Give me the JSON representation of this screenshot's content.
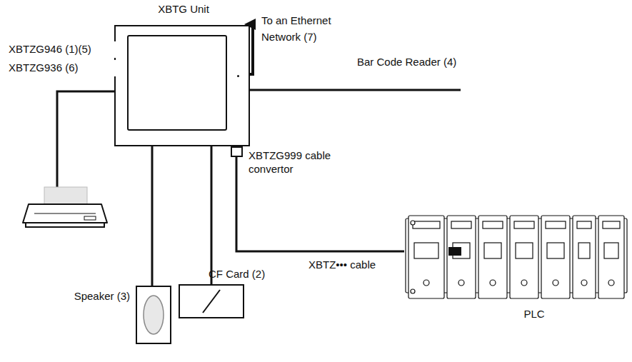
{
  "diagram": {
    "nodes": [
      {
        "text": [
          "XBTG Unit"
        ]
      },
      {
        "text": [
          "CF Card (2)"
        ]
      },
      {
        "text": [
          "Speaker (3)"
        ]
      },
      {
        "text": [
          "PLC"
        ]
      },
      {
        "text": [
          "XBTZG999 cable convertor"
        ]
      }
    ],
    "edges": [
      {
        "from": 0,
        "to": 1,
        "arrow": "none"
      },
      {
        "from": 0,
        "to": 2,
        "arrow": "none"
      },
      {
        "from": 0,
        "to": 4,
        "arrow": "none"
      },
      {
        "from": 4,
        "to": 3,
        "label": "XBTZ••• cable",
        "arrow": "none"
      }
    ],
    "labels": [
      "XBTZG946 (1)(5)",
      "XBTZG936 (6)",
      "To an Ethernet Network (7)",
      "Bar Code Reader (4)"
    ]
  }
}
